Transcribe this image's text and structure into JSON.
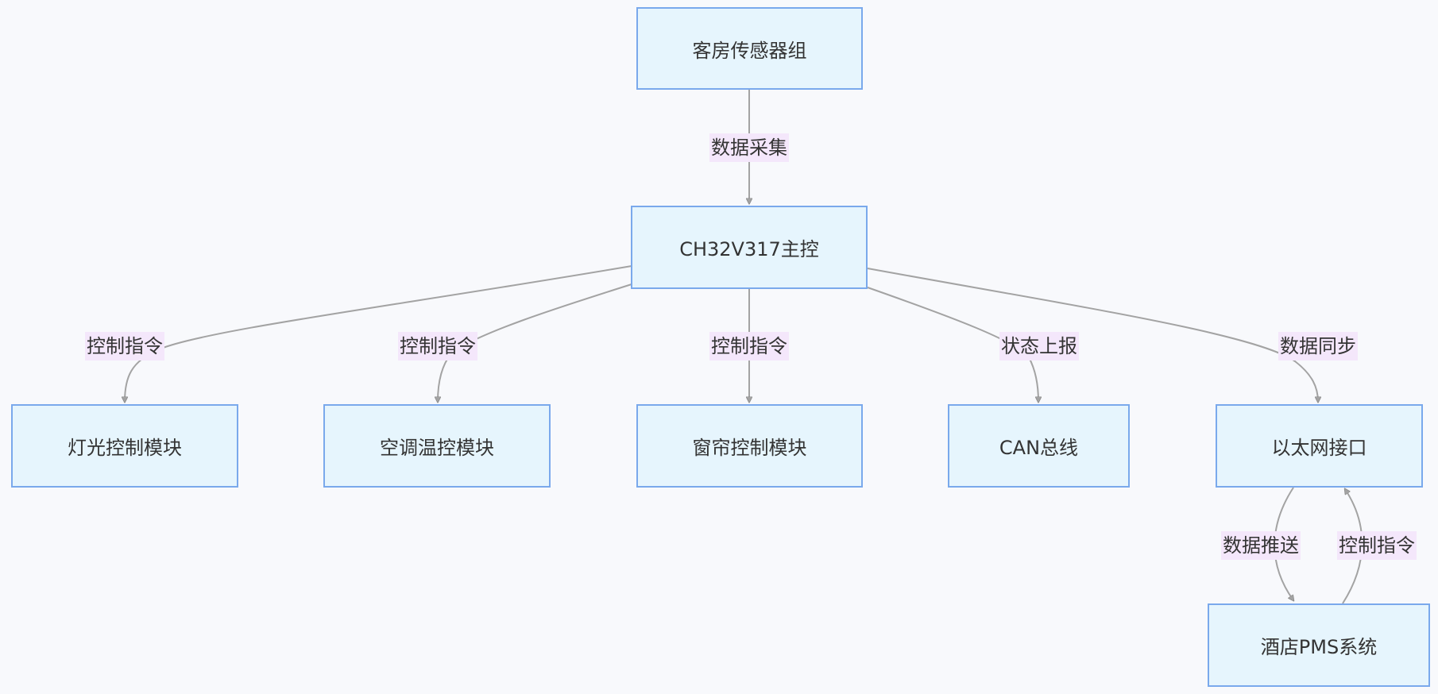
{
  "nodes": {
    "sensors": "客房传感器组",
    "mcu": "CH32V317主控",
    "light": "灯光控制模块",
    "ac": "空调温控模块",
    "curtain": "窗帘控制模块",
    "can": "CAN总线",
    "ethernet": "以太网接口",
    "pms": "酒店PMS系统"
  },
  "edges": {
    "sensors_to_mcu": "数据采集",
    "mcu_to_light": "控制指令",
    "mcu_to_ac": "控制指令",
    "mcu_to_curtain": "控制指令",
    "mcu_to_can": "状态上报",
    "mcu_to_ethernet": "数据同步",
    "ethernet_to_pms": "数据推送",
    "pms_to_ethernet": "控制指令"
  },
  "colors": {
    "node_fill": "#e6f5fd",
    "node_border": "#7aa9ec",
    "edge": "#a3a3a3",
    "label_bg": "#f4e7fb"
  }
}
